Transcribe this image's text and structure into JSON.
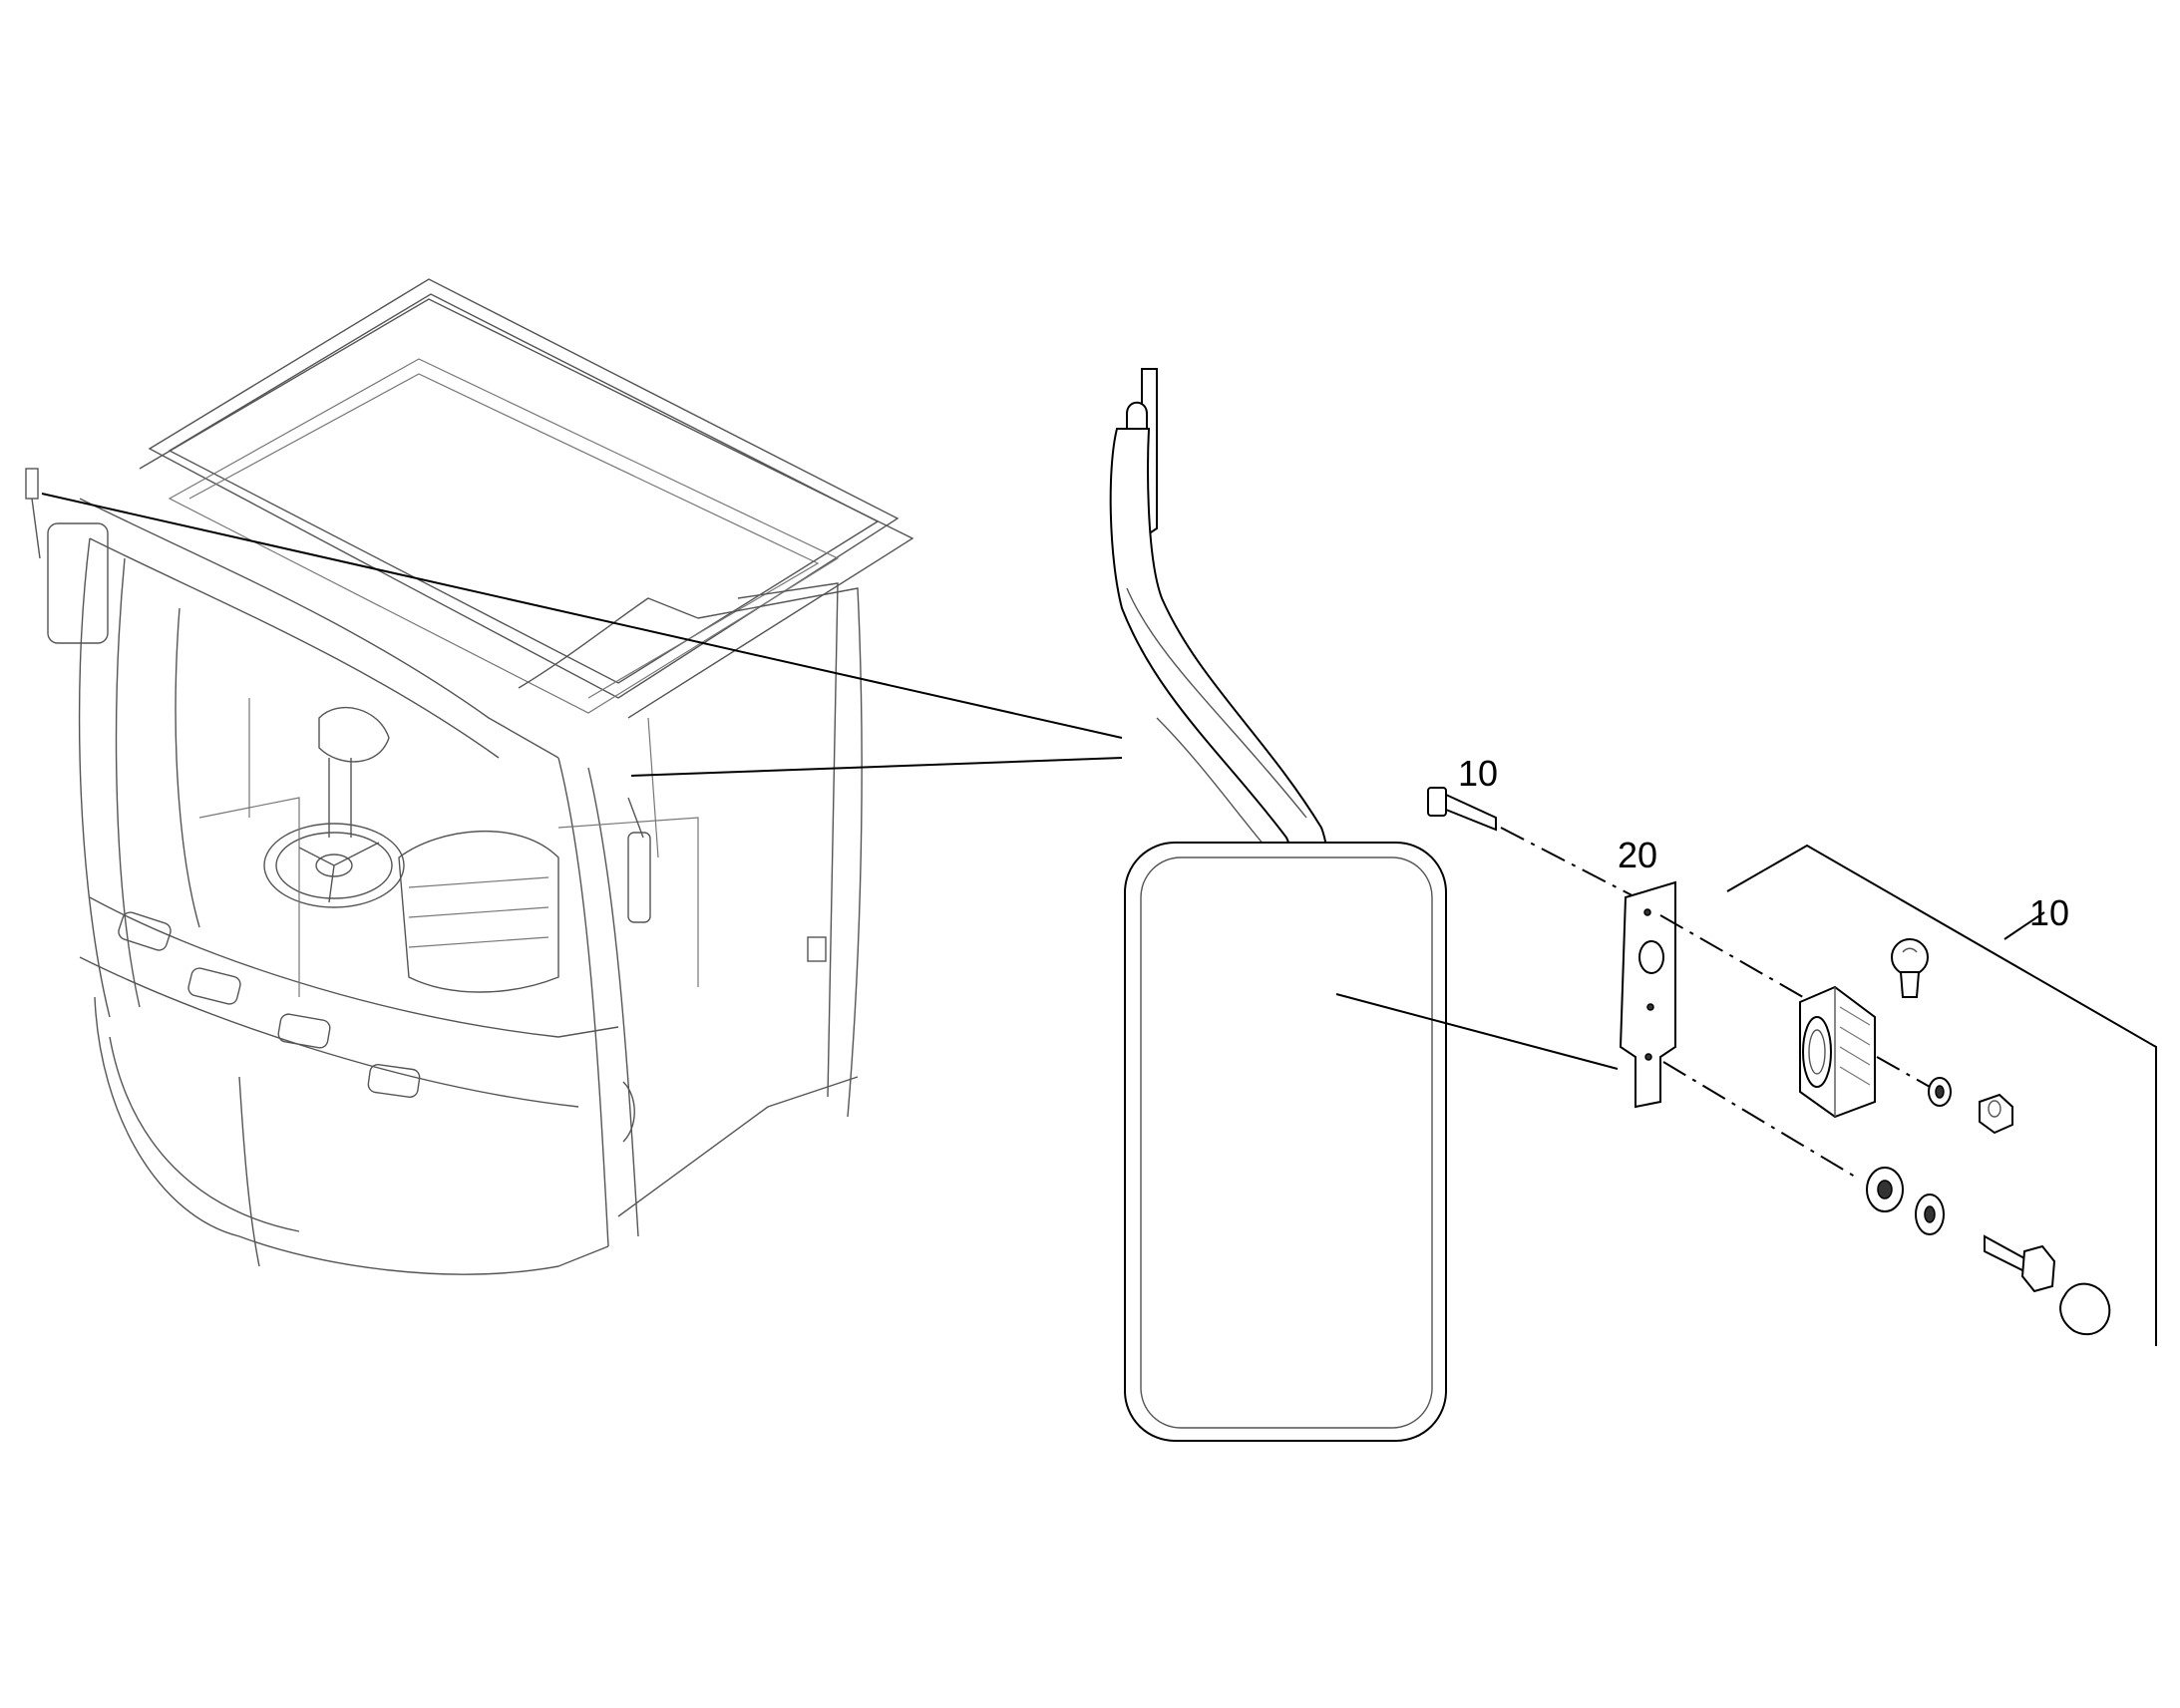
{
  "diagram": {
    "callouts": [
      {
        "id": "callout-10-bolt",
        "text": "10"
      },
      {
        "id": "callout-20-bracket",
        "text": "20"
      },
      {
        "id": "callout-10-lamp-kit",
        "text": "10"
      }
    ],
    "colors": {
      "line": "#000000",
      "background": "#ffffff"
    },
    "components": [
      "cab-assembly",
      "mirror-arm",
      "mirror-head",
      "bracket",
      "lamp-housing",
      "bulb",
      "nut",
      "washer",
      "bolt",
      "cap"
    ]
  }
}
